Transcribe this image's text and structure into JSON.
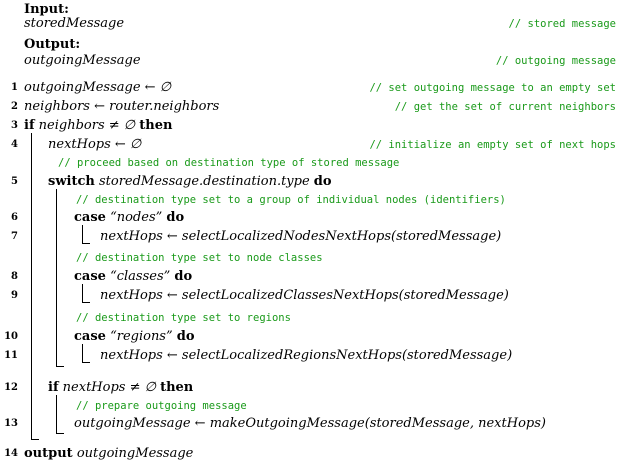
{
  "header": {
    "input_label": "Input:",
    "input_value": "storedMessage",
    "input_comment": "// stored message",
    "output_label": "Output:",
    "output_value": "outgoingMessage",
    "output_comment": "// outgoing message"
  },
  "lines": {
    "l1": {
      "num": "1",
      "code": "outgoingMessage ← ∅",
      "comment": "// set outgoing message to an empty set"
    },
    "l2": {
      "num": "2",
      "code": "neighbors ← router.neighbors",
      "comment": "// get the set of current neighbors"
    },
    "l3": {
      "num": "3",
      "kw_if": "if",
      "cond": "neighbors ≠ ∅",
      "kw_then": "then"
    },
    "l4": {
      "num": "4",
      "code": "nextHops ← ∅",
      "comment": "// initialize an empty set of next hops"
    },
    "c_proceed": "// proceed based on destination type of stored message",
    "l5": {
      "num": "5",
      "kw_switch": "switch",
      "expr": "storedMessage.destination.type",
      "kw_do": "do"
    },
    "c_nodes": "// destination type set to a group of individual nodes (identifiers)",
    "l6": {
      "num": "6",
      "kw_case": "case",
      "label": "“nodes”",
      "kw_do": "do"
    },
    "l7": {
      "num": "7",
      "code": "nextHops ← selectLocalizedNodesNextHops(storedMessage)"
    },
    "c_classes": "// destination type set to node classes",
    "l8": {
      "num": "8",
      "kw_case": "case",
      "label": "“classes”",
      "kw_do": "do"
    },
    "l9": {
      "num": "9",
      "code": "nextHops ← selectLocalizedClassesNextHops(storedMessage)"
    },
    "c_regions": "// destination type set to regions",
    "l10": {
      "num": "10",
      "kw_case": "case",
      "label": "“regions”",
      "kw_do": "do"
    },
    "l11": {
      "num": "11",
      "code": "nextHops ← selectLocalizedRegionsNextHops(storedMessage)"
    },
    "l12": {
      "num": "12",
      "kw_if": "if",
      "cond": "nextHops ≠ ∅",
      "kw_then": "then"
    },
    "c_prepare": "// prepare outgoing message",
    "l13": {
      "num": "13",
      "code": "outgoingMessage ← makeOutgoingMessage(storedMessage, nextHops)"
    },
    "l14": {
      "num": "14",
      "kw_output": "output",
      "value": "outgoingMessage"
    }
  }
}
